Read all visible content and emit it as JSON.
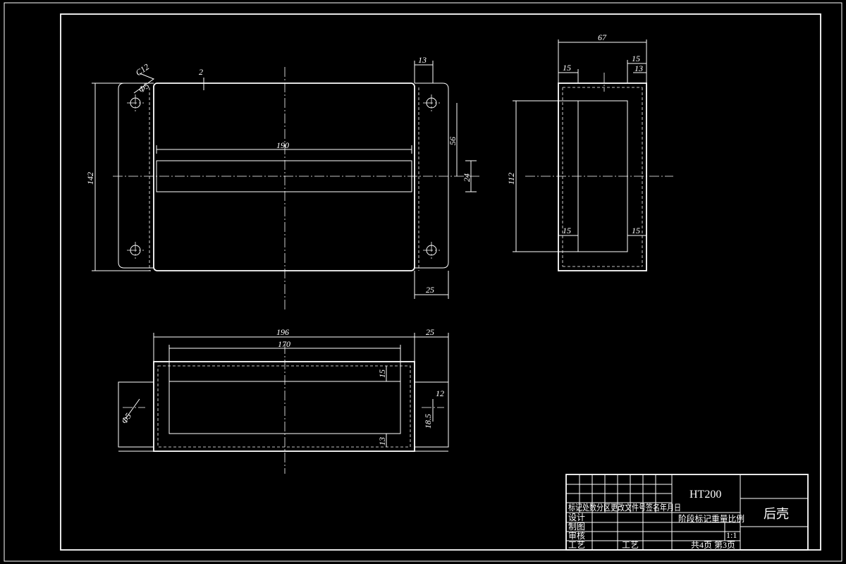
{
  "drawing": {
    "dimensions": {
      "chamfer": "C12",
      "gap": "2",
      "width_190": "190",
      "flange_13": "13",
      "height_142": "142",
      "hole_56": "56",
      "slot_24": "24",
      "flange_25": "25",
      "hole_r": "Φ5",
      "side_67": "67",
      "side_15a": "15",
      "side_15b": "15",
      "side_13": "13",
      "side_112": "112",
      "side_15c": "15",
      "side_15d": "15",
      "top_196": "196",
      "top_25": "25",
      "top_170": "170",
      "top_15": "15",
      "top_12": "12",
      "top_18_5": "18.5",
      "top_13": "13",
      "top_hole": "Φ5"
    }
  },
  "title_block": {
    "material": "HT200",
    "part_name": "后壳",
    "header_row": "标记处数分区更改文件号签名年月日",
    "design": "设计",
    "drafting": "制图",
    "review": "审核",
    "process": "工艺",
    "process2": "工艺",
    "stage_label": "阶段标记重量比例",
    "scale": "1:1",
    "sheets": "共4页  第3页"
  }
}
